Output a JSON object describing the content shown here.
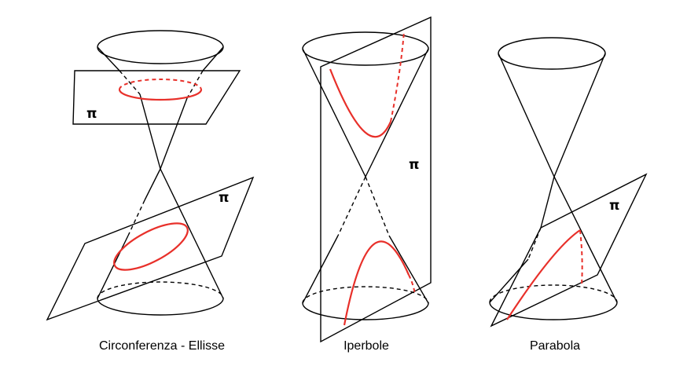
{
  "figures": [
    {
      "caption": "Circonferenza - Ellisse",
      "plane_labels": [
        "π",
        "π"
      ]
    },
    {
      "caption": "Iperbole",
      "plane_labels": [
        "π"
      ]
    },
    {
      "caption": "Parabola",
      "plane_labels": [
        "π"
      ]
    }
  ],
  "colors": {
    "outline": "#000000",
    "section": "#e8302a"
  }
}
